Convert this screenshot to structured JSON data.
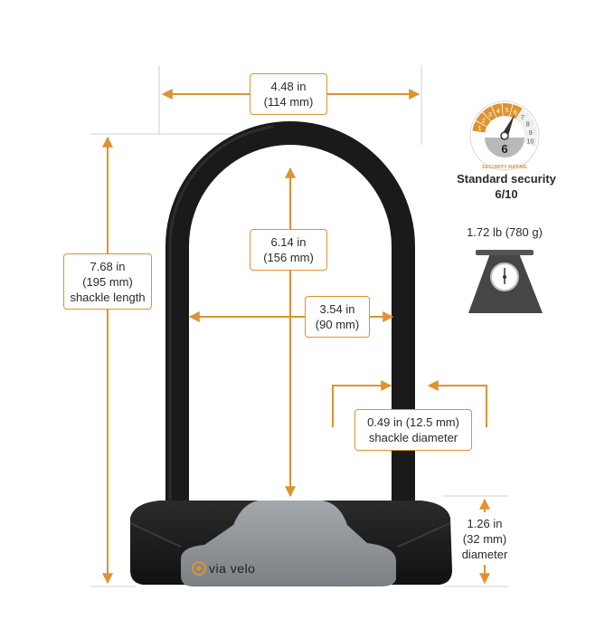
{
  "dimensions": {
    "width_overall": {
      "line1": "4.48 in",
      "line2": "(114 mm)"
    },
    "inner_height": {
      "line1": "6.14 in",
      "line2": "(156 mm)"
    },
    "shackle_length": {
      "line1": "7.68 in",
      "line2": "(195 mm)",
      "line3": "shackle length"
    },
    "inner_width": {
      "line1": "3.54 in",
      "line2": "(90 mm)"
    },
    "shackle_diameter": {
      "line1": "0.49 in (12.5 mm)",
      "line2": "shackle diameter"
    },
    "body_diameter": {
      "line1": "1.26 in",
      "line2": "(32 mm)",
      "line3": "diameter"
    }
  },
  "security": {
    "rating": "6",
    "dial_numbers": [
      "1",
      "2",
      "3",
      "4",
      "5",
      "6",
      "7",
      "8",
      "9",
      "10"
    ],
    "dial_caption": "SECURITY RATING",
    "title": "Standard security",
    "score": "6/10",
    "level_fraction": 0.6
  },
  "weight": {
    "label": "1.72 lb (780 g)"
  },
  "brand": {
    "name": "via velo"
  },
  "colors": {
    "accent": "#e0922f",
    "lock_black": "#1e1e1e",
    "lock_grey": "#8d9296",
    "scale_dark": "#444444",
    "dial_grey": "#b9b9b9"
  }
}
